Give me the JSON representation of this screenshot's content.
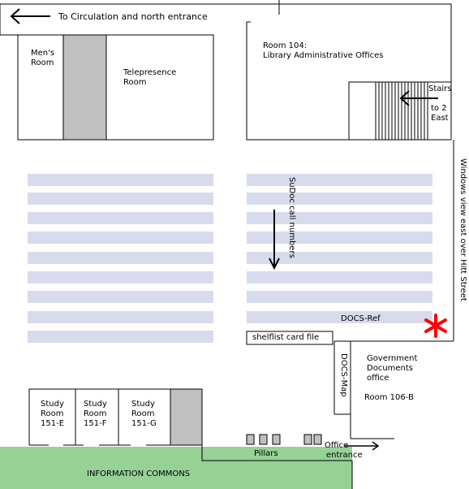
{
  "top_link": {
    "label": "To Circulation and north entrance"
  },
  "rooms": {
    "mens_room": [
      "Men's",
      "Room"
    ],
    "telepresence": [
      "Telepresence",
      "Room"
    ],
    "room_104": [
      "Room 104:",
      "Library Administrative Offices"
    ],
    "study_e": [
      "Study",
      "Room",
      "151-E"
    ],
    "study_f": [
      "Study",
      "Room",
      "151-F"
    ],
    "study_g": [
      "Study",
      "Room",
      "151-G"
    ],
    "gov_docs": [
      "Government",
      "Documents",
      "office"
    ],
    "room_106b": "Room 106-B"
  },
  "stairs": [
    "Stairs",
    "to 2",
    "East"
  ],
  "sudoc_label": "SuDoc call numbers",
  "windows_label": "Windows view east  over Hitt Street",
  "docs_ref_label": "DOCS-Ref",
  "shelflist_label": "shelflist card file",
  "docs_map_label": "DOCS-Map",
  "pillars_label": "Pillars",
  "office_entrance": [
    "Office",
    "entrance"
  ],
  "info_commons_label": "INFORMATION COMMONS",
  "colors": {
    "shelf": "#d7dbeb",
    "commons": "#96d196",
    "marker": "#ff0000",
    "wall_fill": "#c0c0c0"
  },
  "icons": {
    "you_are_here": "red-asterisk-marker"
  }
}
